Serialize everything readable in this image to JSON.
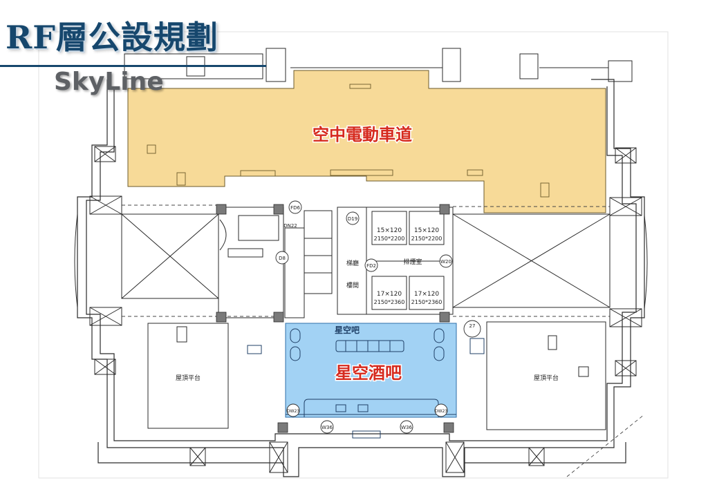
{
  "header": {
    "title": "RF層公設規劃",
    "subtitle": "SkyLine"
  },
  "zones": {
    "skyway": {
      "label": "空中電動車道",
      "fill": "#f6d58a",
      "text_color": "#d62a1e"
    },
    "bar": {
      "label": "星空酒吧",
      "fill": "#8ec8f2",
      "text_color": "#d62a1e"
    }
  },
  "plan_labels": {
    "bar_caption": "星空吧",
    "stair": "梯廳",
    "stair2": "樓間",
    "exhaust": "排煙室",
    "roof_left": "屋頂平台",
    "roof_right": "屋頂平台",
    "elevators": [
      {
        "size": "15×120",
        "dim": "2150*2200"
      },
      {
        "size": "15×120",
        "dim": "2150*2200"
      },
      {
        "size": "17×120",
        "dim": "2150*2360"
      },
      {
        "size": "17×120",
        "dim": "2150*2360"
      }
    ],
    "doors": [
      "FD6",
      "DN22",
      "D8",
      "D19",
      "FD2",
      "W20",
      "W36",
      "W36",
      "DW23",
      "DW23",
      "27"
    ]
  },
  "colors": {
    "title": "#16476d",
    "line": "#2a2a2a",
    "accent_red": "#d62a1e"
  }
}
